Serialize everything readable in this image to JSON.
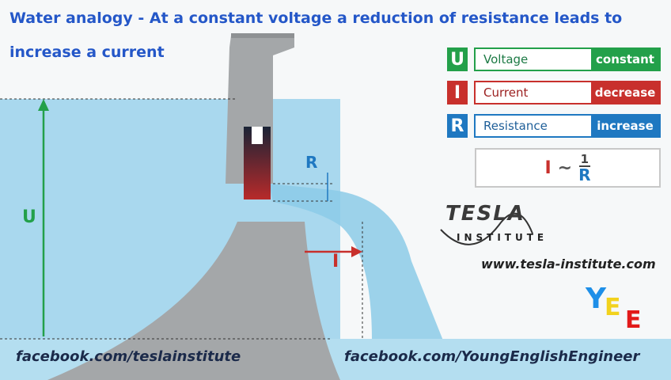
{
  "title": {
    "line1": "Water analogy - At a constant voltage a reduction of resistance leads to",
    "line2": "increase a current"
  },
  "legend": [
    {
      "symbol": "U",
      "label": "Voltage",
      "state": "constant",
      "color": "#23a04a",
      "text_color": "#1d7a45"
    },
    {
      "symbol": "I",
      "label": "Current",
      "state": "decrease",
      "color": "#c8302c",
      "text_color": "#9b2020"
    },
    {
      "symbol": "R",
      "label": "Resistance",
      "state": "increase",
      "color": "#1f78c1",
      "text_color": "#1f5f99"
    }
  ],
  "formula": {
    "left": "I",
    "op": "~",
    "numerator": "1",
    "denominator": "R"
  },
  "diagram": {
    "voltage_label": "U",
    "resistance_label": "R",
    "current_label": "I"
  },
  "logo": {
    "line1": "TESLA",
    "line2": "INSTITUTE"
  },
  "website": "www.tesla-institute.com",
  "yee": [
    "Y",
    "E",
    "E"
  ],
  "footer": {
    "left": "facebook.com/teslainstitute",
    "right": "facebook.com/YoungEnglishEngineer"
  }
}
